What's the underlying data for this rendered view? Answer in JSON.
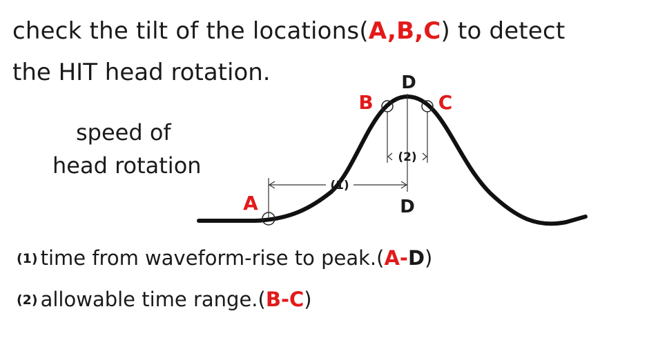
{
  "heading": {
    "line1_prefix": "check the tilt of the locations(",
    "point_a": "A",
    "comma1": ",",
    "point_b": "B",
    "comma2": ",",
    "point_c": "C",
    "line1_suffix": ") to detect",
    "line2": "the HIT head rotation."
  },
  "side_label": {
    "line1": "speed of",
    "line2": "head rotation"
  },
  "diagram": {
    "points": {
      "A": "A",
      "B": "B",
      "C": "C",
      "D_top": "D",
      "D_bottom": "D"
    },
    "interval_1": "(1)",
    "interval_2": "(2)"
  },
  "notes": [
    {
      "num": "(1)",
      "text": "time from waveform-rise to peak.(",
      "p1": "A",
      "dash": "-",
      "p2": "D",
      "close": ")"
    },
    {
      "num": "(2)",
      "text": "allowable time range.(",
      "p1": "B",
      "dash": "-",
      "p2": "C",
      "close": ")"
    }
  ],
  "colors": {
    "accent": "#e31a1a",
    "ink": "#1a1a1a"
  }
}
